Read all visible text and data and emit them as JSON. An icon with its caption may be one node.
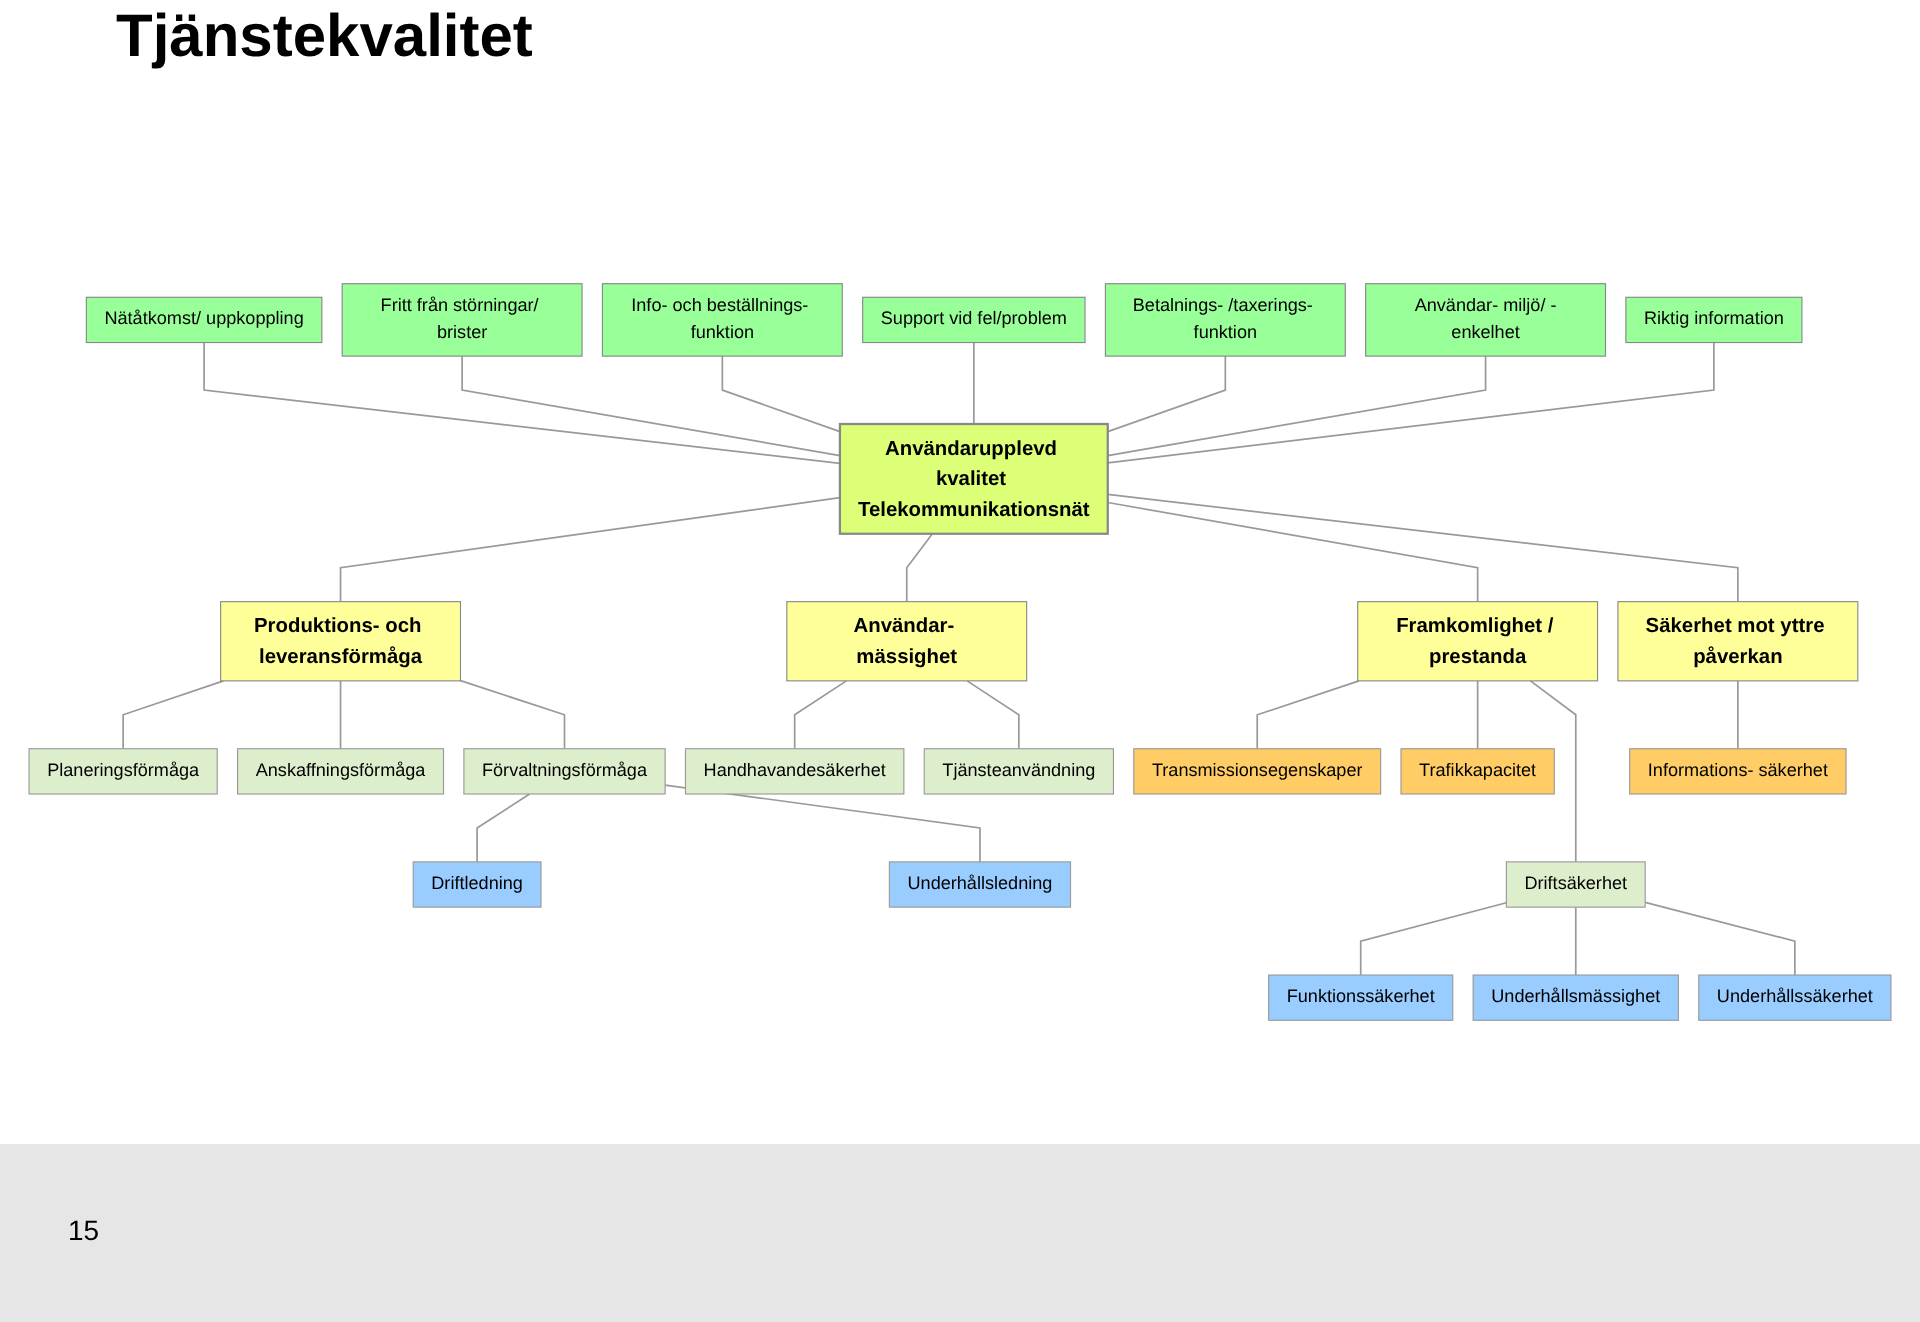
{
  "diagram": {
    "title": "Tjänstekvalitet",
    "nodes": [
      {
        "text": [
          "Nätåtkomst/ uppkoppling"
        ]
      },
      {
        "text": [
          "Fritt från störningar/ brister"
        ]
      },
      {
        "text": [
          "Info- och beställnings- funktion"
        ]
      },
      {
        "text": [
          "Support vid fel/problem"
        ]
      },
      {
        "text": [
          "Betalnings- /taxerings- funktion"
        ]
      },
      {
        "text": [
          "Användar- miljö/ -enkelhet"
        ]
      },
      {
        "text": [
          "Riktig information"
        ]
      },
      {
        "text": [
          "Användarupplevd kvalitet Telekommunikationsnät"
        ]
      },
      {
        "text": [
          "Produktions- och leveransförmåga"
        ]
      },
      {
        "text": [
          "Användar- mässighet"
        ]
      },
      {
        "text": [
          "Framkomlighet / prestanda"
        ]
      },
      {
        "text": [
          "Säkerhet mot yttre påverkan"
        ]
      },
      {
        "text": [
          "Planeringsförmåga"
        ]
      },
      {
        "text": [
          "Handhavandesäkerhet"
        ]
      },
      {
        "text": [
          "Transmissionsegenskaper"
        ]
      },
      {
        "text": [
          "Informations- säkerhet"
        ]
      },
      {
        "text": [
          "Anskaffningsförmåga"
        ]
      },
      {
        "text": [
          "Tjänsteanvändning"
        ]
      },
      {
        "text": [
          "Trafikkapacitet"
        ]
      },
      {
        "text": [
          "Driftsäkerhet"
        ]
      },
      {
        "text": [
          "Förvaltningsförmåga"
        ]
      },
      {
        "text": [
          "Funktionssäkerhet"
        ]
      },
      {
        "text": [
          "Underhållsmässighet"
        ]
      },
      {
        "text": [
          "Underhållssäkerhet"
        ]
      },
      {
        "text": [
          "Driftledning"
        ]
      },
      {
        "text": [
          "Underhållsledning"
        ]
      }
    ],
    "edges": [
      {
        "from": 0,
        "to": 7,
        "arrow": "none"
      },
      {
        "from": 1,
        "to": 7,
        "arrow": "none"
      },
      {
        "from": 2,
        "to": 7,
        "arrow": "none"
      },
      {
        "from": 3,
        "to": 7,
        "arrow": "none"
      },
      {
        "from": 4,
        "to": 7,
        "arrow": "none"
      },
      {
        "from": 5,
        "to": 7,
        "arrow": "none"
      },
      {
        "from": 6,
        "to": 7,
        "arrow": "none"
      },
      {
        "from": 7,
        "to": 8,
        "arrow": "none"
      },
      {
        "from": 7,
        "to": 9,
        "arrow": "none"
      },
      {
        "from": 7,
        "to": 10,
        "arrow": "none"
      },
      {
        "from": 7,
        "to": 11,
        "arrow": "none"
      },
      {
        "from": 8,
        "to": 12,
        "arrow": "none"
      },
      {
        "from": 8,
        "to": 16,
        "arrow": "none"
      },
      {
        "from": 8,
        "to": 20,
        "arrow": "none"
      },
      {
        "from": 9,
        "to": 13,
        "arrow": "none"
      },
      {
        "from": 9,
        "to": 17,
        "arrow": "none"
      },
      {
        "from": 10,
        "to": 14,
        "arrow": "none"
      },
      {
        "from": 10,
        "to": 18,
        "arrow": "none"
      },
      {
        "from": 10,
        "to": 19,
        "arrow": "none"
      },
      {
        "from": 11,
        "to": 15,
        "arrow": "none"
      },
      {
        "from": 20,
        "to": 24,
        "arrow": "none"
      },
      {
        "from": 20,
        "to": 25,
        "arrow": "none"
      },
      {
        "from": 19,
        "to": 21,
        "arrow": "none"
      },
      {
        "from": 19,
        "to": 22,
        "arrow": "none"
      },
      {
        "from": 19,
        "to": 23,
        "arrow": "none"
      }
    ],
    "labels": [
      "15"
    ]
  }
}
